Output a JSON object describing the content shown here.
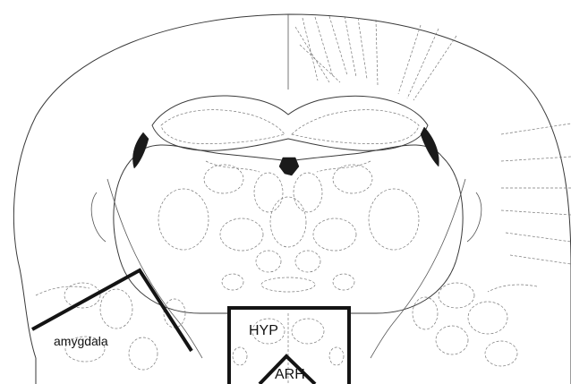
{
  "labels": {
    "amygdala": "amygdala",
    "hypothalamus": "HYP",
    "arcuate": "ARH"
  },
  "colors": {
    "region_box": "#141414",
    "outline": "#3a3a3a",
    "dashed_boundary": "#777777",
    "ventricle_fill": "#1a1a1a",
    "background": "#ffffff"
  }
}
